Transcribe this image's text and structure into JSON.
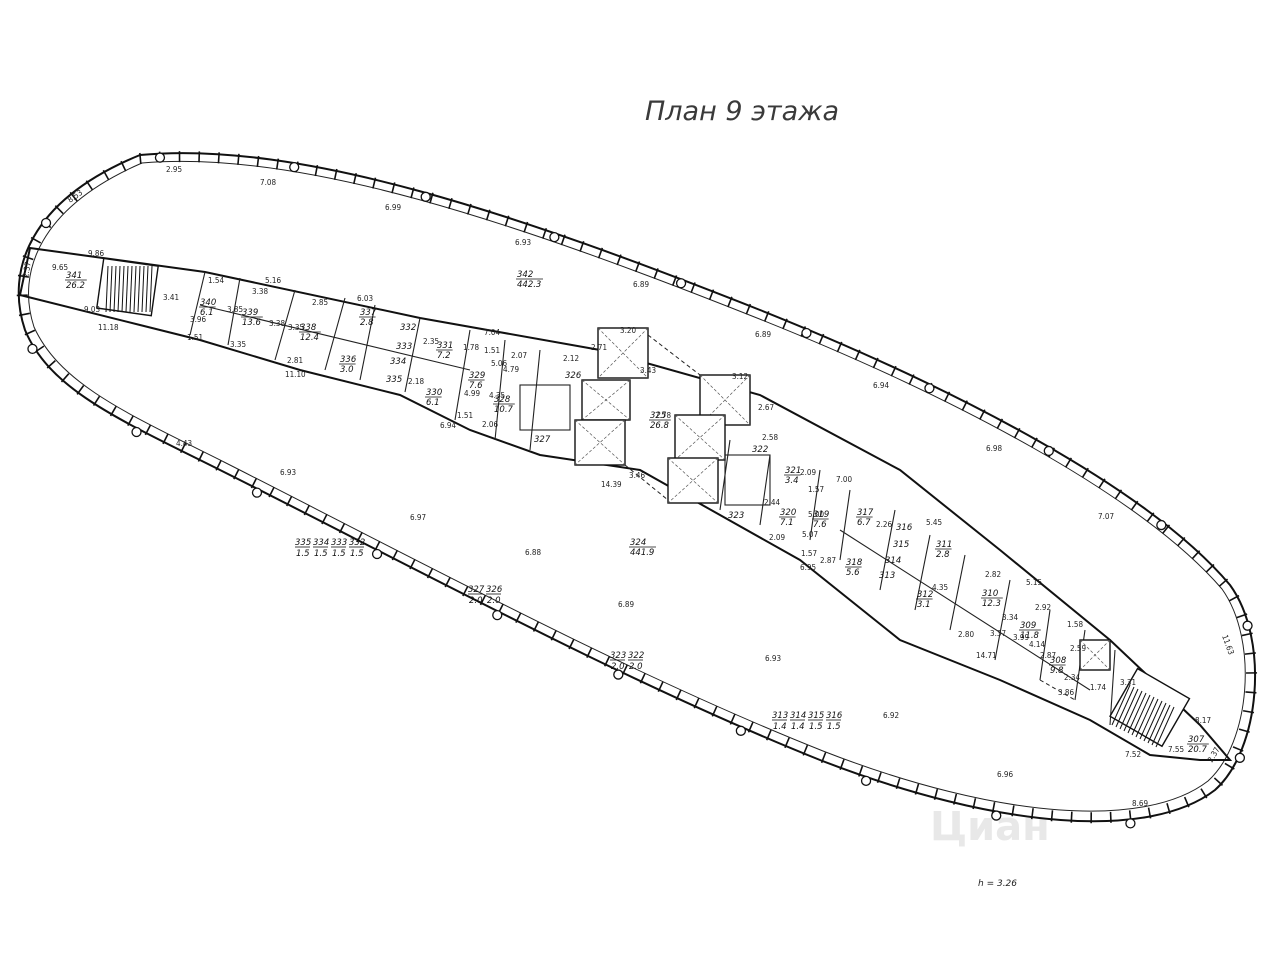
{
  "plan": {
    "title": "План 9 этажа",
    "height_label": "h = 3.26"
  },
  "perimeter_dimensions": [
    {
      "text": "2.95"
    },
    {
      "text": "7.08"
    },
    {
      "text": "6.99"
    },
    {
      "text": "6.93"
    },
    {
      "text": "6.89"
    },
    {
      "text": "6.89"
    },
    {
      "text": "6.94"
    },
    {
      "text": "6.98"
    },
    {
      "text": "7.07"
    },
    {
      "text": "11.63"
    },
    {
      "text": "8.69"
    },
    {
      "text": "6.96"
    },
    {
      "text": "6.92"
    },
    {
      "text": "6.93"
    },
    {
      "text": "6.89"
    },
    {
      "text": "6.88"
    },
    {
      "text": "6.97"
    },
    {
      "text": "6.93"
    },
    {
      "text": "4.43"
    },
    {
      "text": "8.53"
    },
    {
      "text": "2.37"
    },
    {
      "text": "2.37"
    }
  ],
  "inner_dimensions": [
    {
      "text": "9.86"
    },
    {
      "text": "9.65"
    },
    {
      "text": "9.03"
    },
    {
      "text": "11.18"
    },
    {
      "text": "3.41"
    },
    {
      "text": "3.96"
    },
    {
      "text": "1.51"
    },
    {
      "text": "1.54"
    },
    {
      "text": "5.16"
    },
    {
      "text": "3.38"
    },
    {
      "text": "3.85"
    },
    {
      "text": "3.35"
    },
    {
      "text": "3.38"
    },
    {
      "text": "3.35"
    },
    {
      "text": "2.85"
    },
    {
      "text": "2.81"
    },
    {
      "text": "11.10"
    },
    {
      "text": "6.03"
    },
    {
      "text": "2.35"
    },
    {
      "text": "2.18"
    },
    {
      "text": "7.04"
    },
    {
      "text": "1.51"
    },
    {
      "text": "1.78"
    },
    {
      "text": "5.06"
    },
    {
      "text": "4.99"
    },
    {
      "text": "1.51"
    },
    {
      "text": "6.94"
    },
    {
      "text": "2.07"
    },
    {
      "text": "4.79"
    },
    {
      "text": "2.12"
    },
    {
      "text": "4.35"
    },
    {
      "text": "2.06"
    },
    {
      "text": "3.20"
    },
    {
      "text": "2.71"
    },
    {
      "text": "3.43"
    },
    {
      "text": "7.78"
    },
    {
      "text": "3.46"
    },
    {
      "text": "14.39"
    },
    {
      "text": "3.12"
    },
    {
      "text": "2.67"
    },
    {
      "text": "2.58"
    },
    {
      "text": "2.09"
    },
    {
      "text": "1.57"
    },
    {
      "text": "7.00"
    },
    {
      "text": "2.44"
    },
    {
      "text": "5.00"
    },
    {
      "text": "5.07"
    },
    {
      "text": "2.09"
    },
    {
      "text": "1.57"
    },
    {
      "text": "6.95"
    },
    {
      "text": "2.87"
    },
    {
      "text": "2.26"
    },
    {
      "text": "5.45"
    },
    {
      "text": "4.35"
    },
    {
      "text": "2.82"
    },
    {
      "text": "5.15"
    },
    {
      "text": "3.34"
    },
    {
      "text": "3.37"
    },
    {
      "text": "2.80"
    },
    {
      "text": "2.92"
    },
    {
      "text": "3.99"
    },
    {
      "text": "1.58"
    },
    {
      "text": "2.59"
    },
    {
      "text": "4.14"
    },
    {
      "text": "14.71"
    },
    {
      "text": "2.87"
    },
    {
      "text": "2.34"
    },
    {
      "text": "3.86"
    },
    {
      "text": "1.74"
    },
    {
      "text": "3.31"
    },
    {
      "text": "8.17"
    },
    {
      "text": "7.55"
    },
    {
      "text": "7.52"
    }
  ],
  "rooms": [
    {
      "number": "341",
      "area": "26.2"
    },
    {
      "number": "340",
      "area": "6.1"
    },
    {
      "number": "339",
      "area": "13.6"
    },
    {
      "number": "338",
      "area": "12.4"
    },
    {
      "number": "337",
      "area": "2.8"
    },
    {
      "number": "336",
      "area": "3.0"
    },
    {
      "number": "331",
      "area": "7.2"
    },
    {
      "number": "330",
      "area": "6.1"
    },
    {
      "number": "329",
      "area": "7.6"
    },
    {
      "number": "328",
      "area": "10.7"
    },
    {
      "number": "342",
      "area": "442.3"
    },
    {
      "number": "325",
      "area": "26.8"
    },
    {
      "number": "321",
      "area": "3.4"
    },
    {
      "number": "320",
      "area": "7.1"
    },
    {
      "number": "319",
      "area": "7.6"
    },
    {
      "number": "317",
      "area": "6.7"
    },
    {
      "number": "318",
      "area": "5.6"
    },
    {
      "number": "311",
      "area": "2.8"
    },
    {
      "number": "312",
      "area": "3.1"
    },
    {
      "number": "310",
      "area": "12.3"
    },
    {
      "number": "309",
      "area": "11.8"
    },
    {
      "number": "308",
      "area": "9.8"
    },
    {
      "number": "307",
      "area": "20.7"
    },
    {
      "number": "324",
      "area": "441.9"
    }
  ],
  "room_tags": [
    {
      "text": "326"
    },
    {
      "text": "327"
    },
    {
      "text": "322"
    },
    {
      "text": "323"
    },
    {
      "text": "332"
    },
    {
      "text": "333"
    },
    {
      "text": "334"
    },
    {
      "text": "335"
    },
    {
      "text": "316"
    },
    {
      "text": "315"
    },
    {
      "text": "314"
    },
    {
      "text": "313"
    }
  ],
  "area_legend_groups": [
    {
      "items": [
        {
          "number": "335",
          "area": "1.5"
        },
        {
          "number": "334",
          "area": "1.5"
        },
        {
          "number": "333",
          "area": "1.5"
        },
        {
          "number": "332",
          "area": "1.5"
        }
      ]
    },
    {
      "items": [
        {
          "number": "327",
          "area": "2.0"
        },
        {
          "number": "326",
          "area": "2.0"
        }
      ]
    },
    {
      "items": [
        {
          "number": "323",
          "area": "2.0"
        },
        {
          "number": "322",
          "area": "2.0"
        }
      ]
    },
    {
      "items": [
        {
          "number": "313",
          "area": "1.4"
        },
        {
          "number": "314",
          "area": "1.4"
        },
        {
          "number": "315",
          "area": "1.5"
        },
        {
          "number": "316",
          "area": "1.5"
        }
      ]
    }
  ]
}
